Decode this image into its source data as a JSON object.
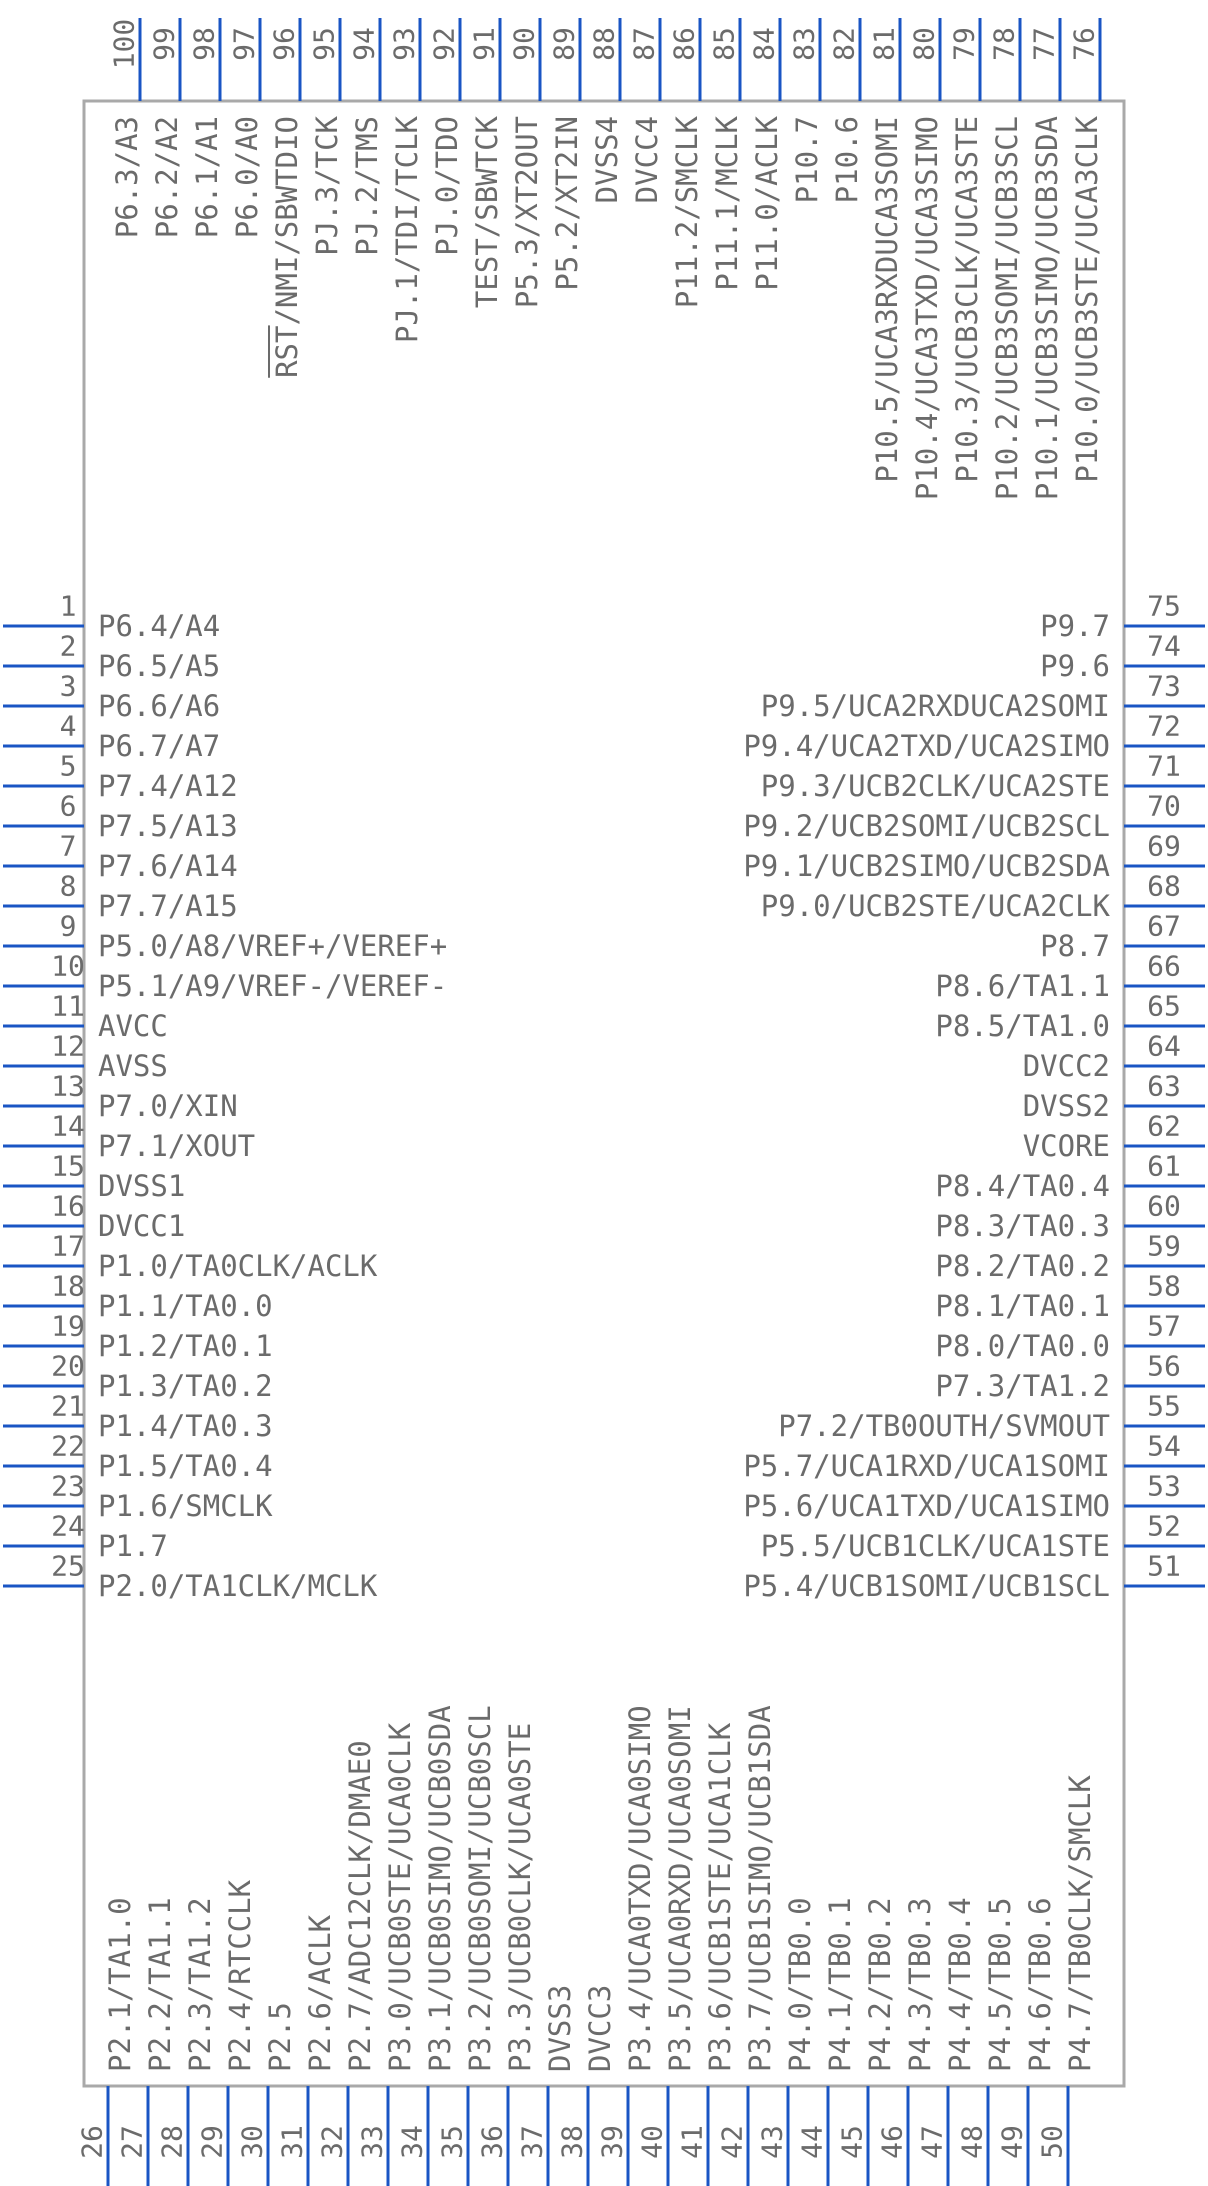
{
  "colors": {
    "pin": "#1a55c4",
    "body": "#a9a9a9",
    "text": "#6b6b6b"
  },
  "pins": {
    "left": [
      {
        "num": "1",
        "label": "P6.4/A4"
      },
      {
        "num": "2",
        "label": "P6.5/A5"
      },
      {
        "num": "3",
        "label": "P6.6/A6"
      },
      {
        "num": "4",
        "label": "P6.7/A7"
      },
      {
        "num": "5",
        "label": "P7.4/A12"
      },
      {
        "num": "6",
        "label": "P7.5/A13"
      },
      {
        "num": "7",
        "label": "P7.6/A14"
      },
      {
        "num": "8",
        "label": "P7.7/A15"
      },
      {
        "num": "9",
        "label": "P5.0/A8/VREF+/VEREF+"
      },
      {
        "num": "10",
        "label": "P5.1/A9/VREF-/VEREF-"
      },
      {
        "num": "11",
        "label": "AVCC"
      },
      {
        "num": "12",
        "label": "AVSS"
      },
      {
        "num": "13",
        "label": "P7.0/XIN"
      },
      {
        "num": "14",
        "label": "P7.1/XOUT"
      },
      {
        "num": "15",
        "label": "DVSS1"
      },
      {
        "num": "16",
        "label": "DVCC1"
      },
      {
        "num": "17",
        "label": "P1.0/TA0CLK/ACLK"
      },
      {
        "num": "18",
        "label": "P1.1/TA0.0"
      },
      {
        "num": "19",
        "label": "P1.2/TA0.1"
      },
      {
        "num": "20",
        "label": "P1.3/TA0.2"
      },
      {
        "num": "21",
        "label": "P1.4/TA0.3"
      },
      {
        "num": "22",
        "label": "P1.5/TA0.4"
      },
      {
        "num": "23",
        "label": "P1.6/SMCLK"
      },
      {
        "num": "24",
        "label": "P1.7"
      },
      {
        "num": "25",
        "label": "P2.0/TA1CLK/MCLK"
      }
    ],
    "bottom": [
      {
        "num": "26",
        "label": "P2.1/TA1.0"
      },
      {
        "num": "27",
        "label": "P2.2/TA1.1"
      },
      {
        "num": "28",
        "label": "P2.3/TA1.2"
      },
      {
        "num": "29",
        "label": "P2.4/RTCCLK"
      },
      {
        "num": "30",
        "label": "P2.5"
      },
      {
        "num": "31",
        "label": "P2.6/ACLK"
      },
      {
        "num": "32",
        "label": "P2.7/ADC12CLK/DMAE0"
      },
      {
        "num": "33",
        "label": "P3.0/UCB0STE/UCA0CLK"
      },
      {
        "num": "34",
        "label": "P3.1/UCB0SIMO/UCB0SDA"
      },
      {
        "num": "35",
        "label": "P3.2/UCB0SOMI/UCB0SCL"
      },
      {
        "num": "36",
        "label": "P3.3/UCB0CLK/UCA0STE"
      },
      {
        "num": "37",
        "label": "DVSS3"
      },
      {
        "num": "38",
        "label": "DVCC3"
      },
      {
        "num": "39",
        "label": "P3.4/UCA0TXD/UCA0SIMO"
      },
      {
        "num": "40",
        "label": "P3.5/UCA0RXD/UCA0SOMI"
      },
      {
        "num": "41",
        "label": "P3.6/UCB1STE/UCA1CLK"
      },
      {
        "num": "42",
        "label": "P3.7/UCB1SIMO/UCB1SDA"
      },
      {
        "num": "43",
        "label": "P4.0/TB0.0"
      },
      {
        "num": "44",
        "label": "P4.1/TB0.1"
      },
      {
        "num": "45",
        "label": "P4.2/TB0.2"
      },
      {
        "num": "46",
        "label": "P4.3/TB0.3"
      },
      {
        "num": "47",
        "label": "P4.4/TB0.4"
      },
      {
        "num": "48",
        "label": "P4.5/TB0.5"
      },
      {
        "num": "49",
        "label": "P4.6/TB0.6"
      },
      {
        "num": "50",
        "label": "P4.7/TB0CLK/SMCLK"
      }
    ],
    "right": [
      {
        "num": "51",
        "label": "P5.4/UCB1SOMI/UCB1SCL"
      },
      {
        "num": "52",
        "label": "P5.5/UCB1CLK/UCA1STE"
      },
      {
        "num": "53",
        "label": "P5.6/UCA1TXD/UCA1SIMO"
      },
      {
        "num": "54",
        "label": "P5.7/UCA1RXD/UCA1SOMI"
      },
      {
        "num": "55",
        "label": "P7.2/TB0OUTH/SVMOUT"
      },
      {
        "num": "56",
        "label": "P7.3/TA1.2"
      },
      {
        "num": "57",
        "label": "P8.0/TA0.0"
      },
      {
        "num": "58",
        "label": "P8.1/TA0.1"
      },
      {
        "num": "59",
        "label": "P8.2/TA0.2"
      },
      {
        "num": "60",
        "label": "P8.3/TA0.3"
      },
      {
        "num": "61",
        "label": "P8.4/TA0.4"
      },
      {
        "num": "62",
        "label": "VCORE"
      },
      {
        "num": "63",
        "label": "DVSS2"
      },
      {
        "num": "64",
        "label": "DVCC2"
      },
      {
        "num": "65",
        "label": "P8.5/TA1.0"
      },
      {
        "num": "66",
        "label": "P8.6/TA1.1"
      },
      {
        "num": "67",
        "label": "P8.7"
      },
      {
        "num": "68",
        "label": "P9.0/UCB2STE/UCA2CLK"
      },
      {
        "num": "69",
        "label": "P9.1/UCB2SIMO/UCB2SDA"
      },
      {
        "num": "70",
        "label": "P9.2/UCB2SOMI/UCB2SCL"
      },
      {
        "num": "71",
        "label": "P9.3/UCB2CLK/UCA2STE"
      },
      {
        "num": "72",
        "label": "P9.4/UCA2TXD/UCA2SIMO"
      },
      {
        "num": "73",
        "label": "P9.5/UCA2RXDUCA2SOMI"
      },
      {
        "num": "74",
        "label": "P9.6"
      },
      {
        "num": "75",
        "label": "P9.7"
      }
    ],
    "top": [
      {
        "num": "76",
        "label": "P10.0/UCB3STE/UCA3CLK"
      },
      {
        "num": "77",
        "label": "P10.1/UCB3SIMO/UCB3SDA"
      },
      {
        "num": "78",
        "label": "P10.2/UCB3SOMI/UCB3SCL"
      },
      {
        "num": "79",
        "label": "P10.3/UCB3CLK/UCA3STE"
      },
      {
        "num": "80",
        "label": "P10.4/UCA3TXD/UCA3SIMO"
      },
      {
        "num": "81",
        "label": "P10.5/UCA3RXDUCA3SOMI"
      },
      {
        "num": "82",
        "label": "P10.6"
      },
      {
        "num": "83",
        "label": "P10.7"
      },
      {
        "num": "84",
        "label": "P11.0/ACLK"
      },
      {
        "num": "85",
        "label": "P11.1/MCLK"
      },
      {
        "num": "86",
        "label": "P11.2/SMCLK"
      },
      {
        "num": "87",
        "label": "DVCC4"
      },
      {
        "num": "88",
        "label": "DVSS4"
      },
      {
        "num": "89",
        "label": "P5.2/XT2IN"
      },
      {
        "num": "90",
        "label": "P5.3/XT2OUT"
      },
      {
        "num": "91",
        "label": "TEST/SBWTCK"
      },
      {
        "num": "92",
        "label": "PJ.0/TDO"
      },
      {
        "num": "93",
        "label": "PJ.1/TDI/TCLK"
      },
      {
        "num": "94",
        "label": "PJ.2/TMS"
      },
      {
        "num": "95",
        "label": "PJ.3/TCK"
      },
      {
        "num": "96",
        "label": "RST/NMI/SBWTDIO",
        "overline_chars": 3
      },
      {
        "num": "97",
        "label": "P6.0/A0"
      },
      {
        "num": "98",
        "label": "P6.1/A1"
      },
      {
        "num": "99",
        "label": "P6.2/A2"
      },
      {
        "num": "100",
        "label": "P6.3/A3"
      }
    ]
  }
}
